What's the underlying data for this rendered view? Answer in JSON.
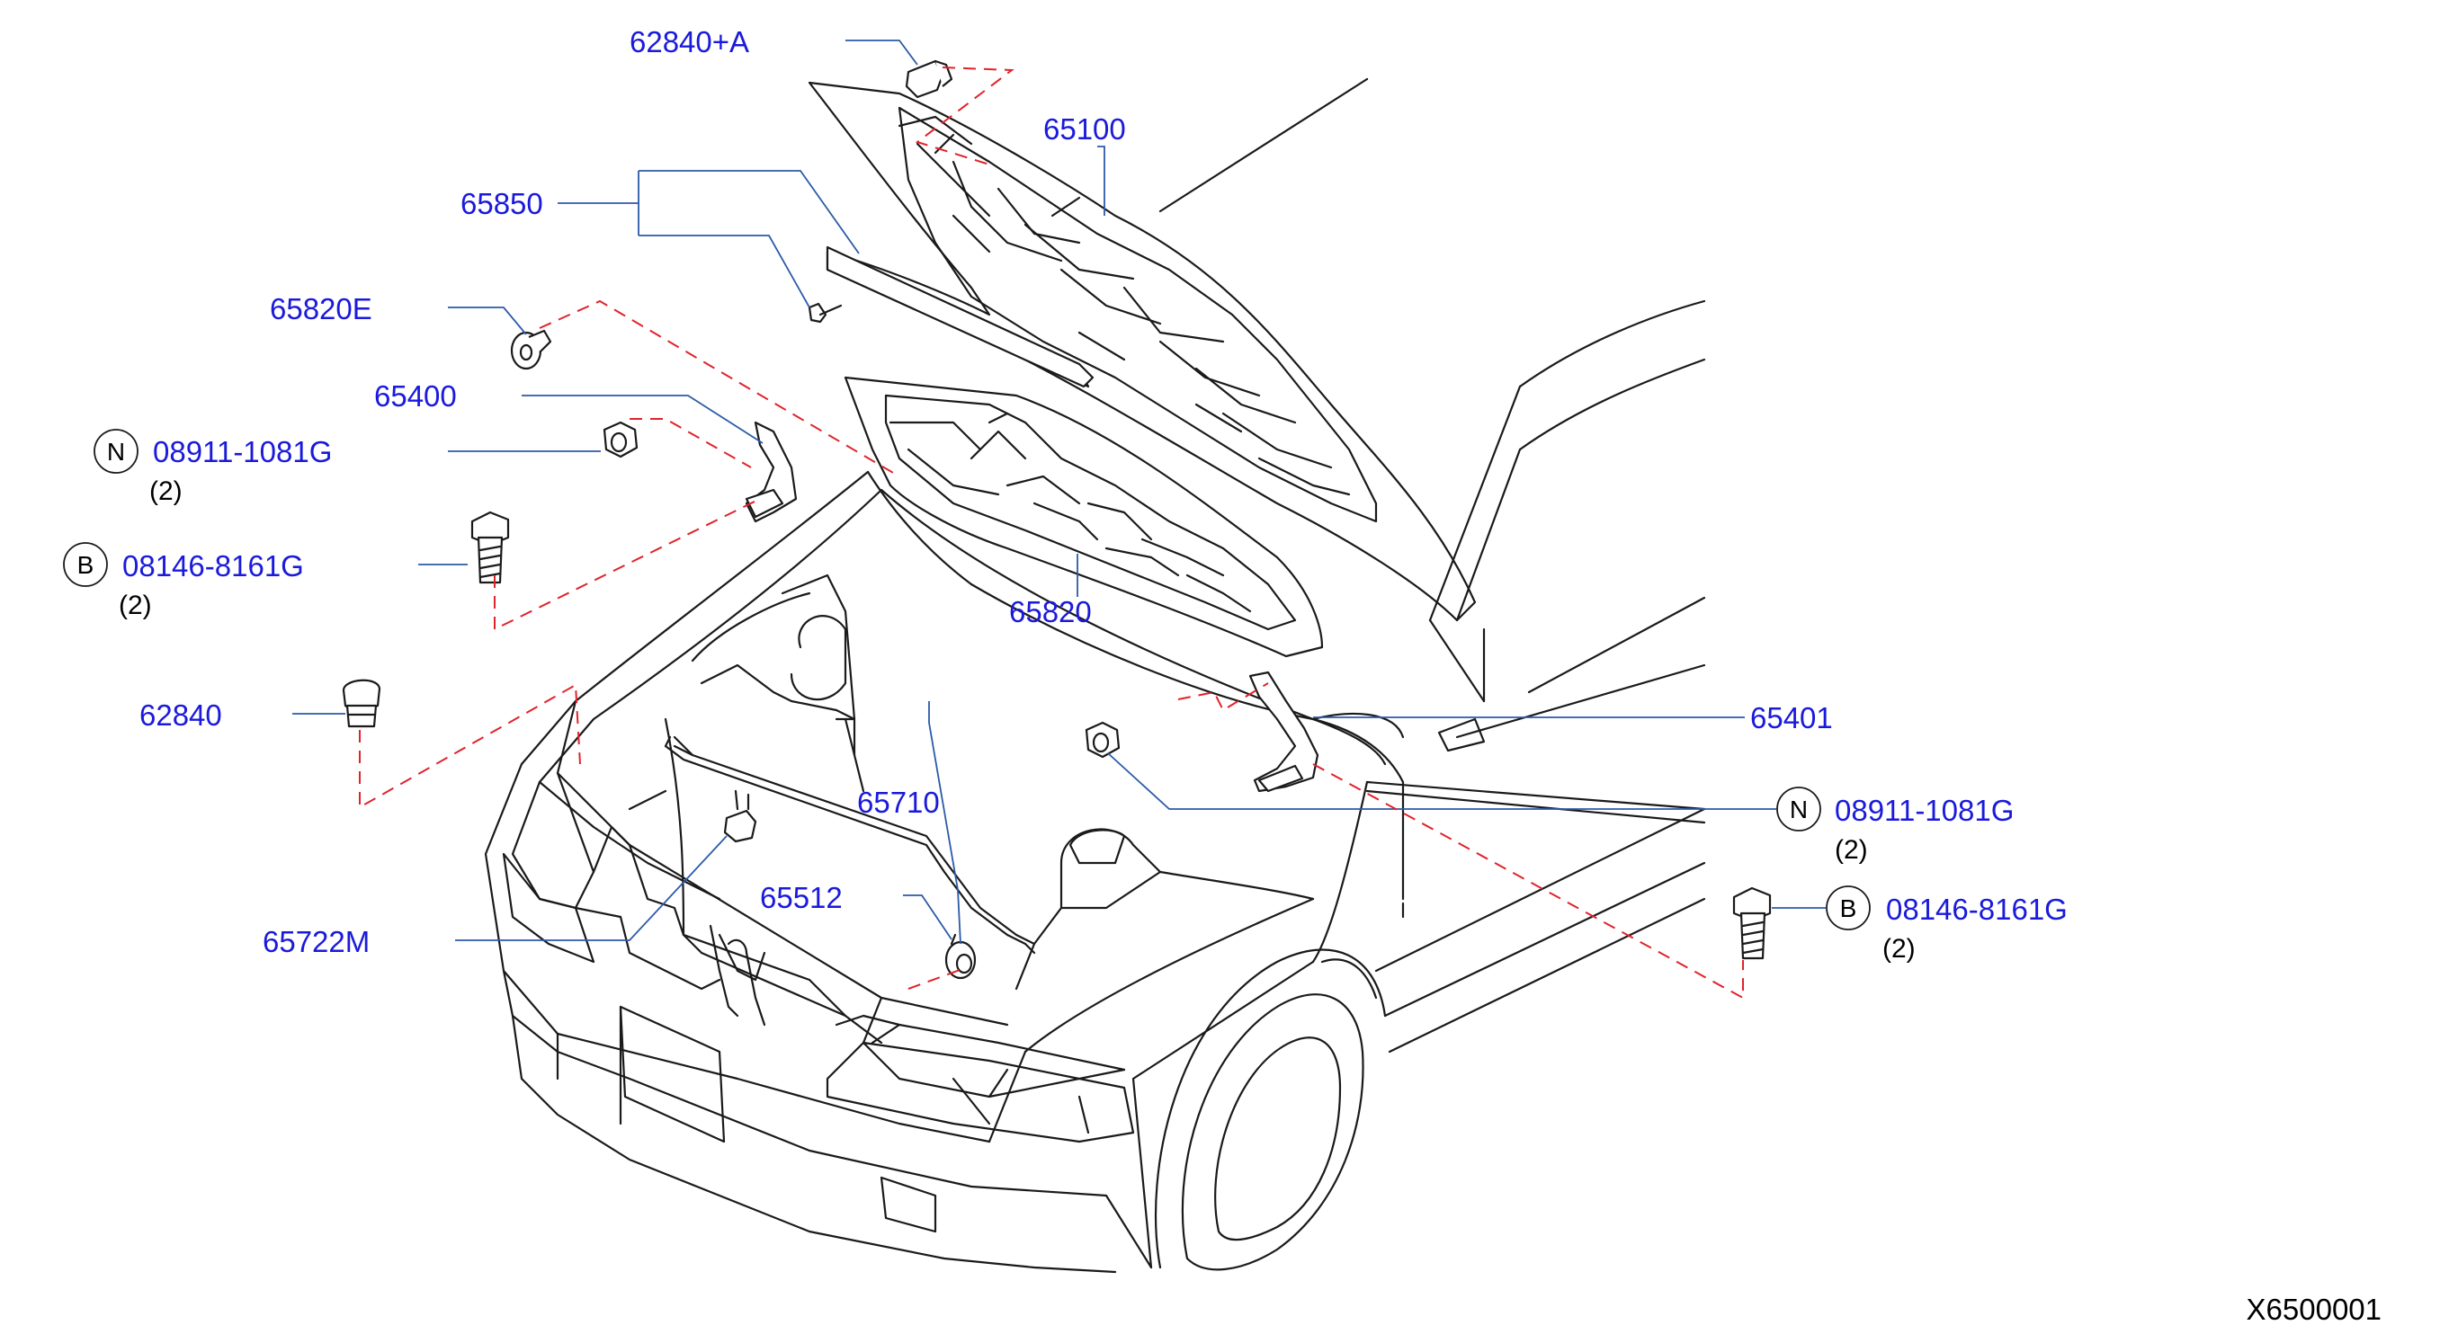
{
  "diagram": {
    "code": "X6500001",
    "labels": {
      "p62840a": "62840+A",
      "p65100": "65100",
      "p65850": "65850",
      "p65820e": "65820E",
      "p65400": "65400",
      "p08911_l": "08911-1081G",
      "p08146_l": "08146-8161G",
      "p62840": "62840",
      "p65820": "65820",
      "p65401": "65401",
      "p65710": "65710",
      "p08911_r": "08911-1081G",
      "p65512": "65512",
      "p65722m": "65722M",
      "p08146_r": "08146-8161G"
    },
    "quantities": {
      "q08911_l": "(2)",
      "q08146_l": "(2)",
      "q08911_r": "(2)",
      "q08146_r": "(2)"
    },
    "markers": {
      "n": "N",
      "b": "B"
    }
  }
}
